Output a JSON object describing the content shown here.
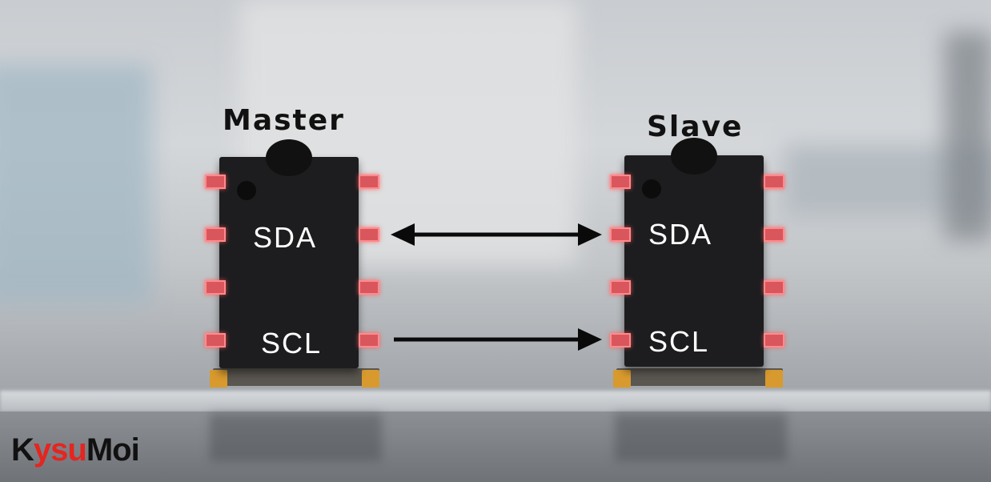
{
  "diagram": {
    "master": {
      "title": "Master",
      "sda": "SDA",
      "scl": "SCL"
    },
    "slave": {
      "title": "Slave",
      "sda": "SDA",
      "scl": "SCL"
    },
    "connections": [
      {
        "name": "SDA",
        "direction": "bidirectional"
      },
      {
        "name": "SCL",
        "direction": "master-to-slave"
      }
    ]
  },
  "watermark": {
    "part1": "K",
    "part2": "ysu",
    "part3": "Moi"
  },
  "colors": {
    "pin": "#d9575c",
    "chip": "#1d1d1f",
    "logo_red": "#e52520"
  }
}
